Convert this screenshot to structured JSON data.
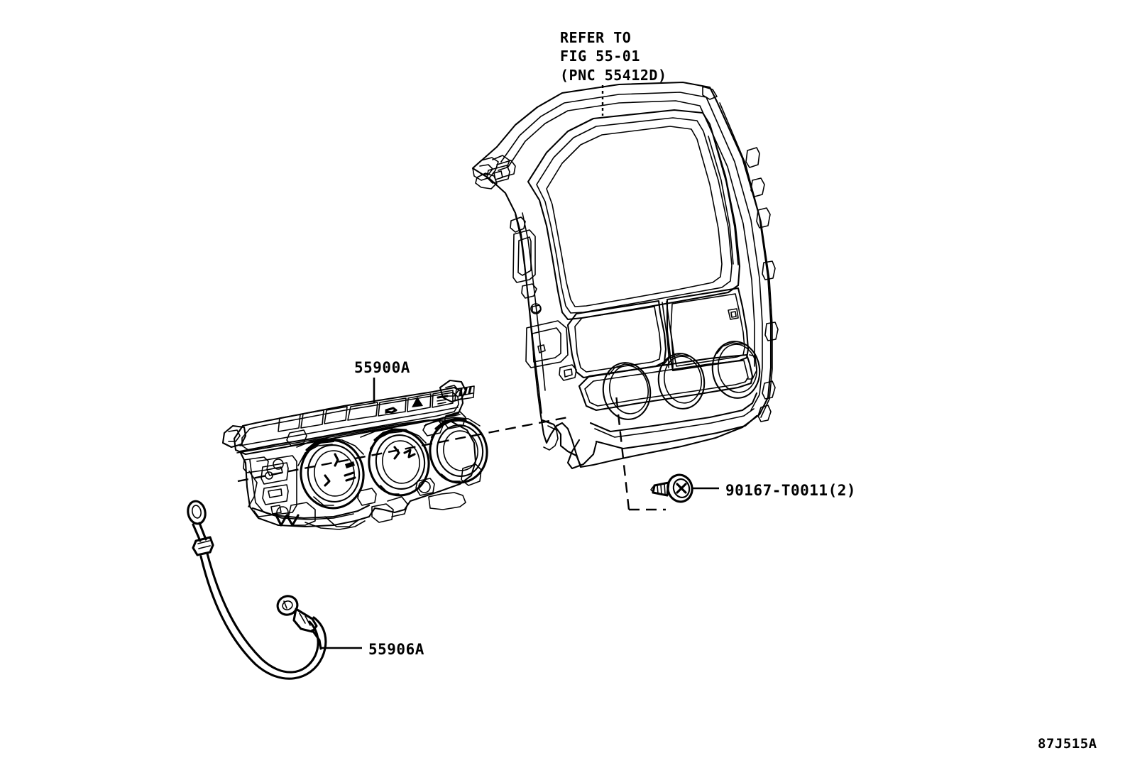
{
  "figure": {
    "id": "87J515A",
    "title": "Heater Control / Center Cluster Integration Panel Exploded View",
    "background_color": "#ffffff",
    "line_color": "#000000"
  },
  "callouts": [
    {
      "name": "refer-to-note",
      "text": "REFER TO\nFIG 55-01\n(PNC 55412D)",
      "lines": [
        "REFER TO",
        "FIG 55-01",
        "(PNC 55412D)"
      ],
      "points_to": "center-cluster-integration-panel"
    },
    {
      "name": "control-assembly",
      "text": "55900A",
      "points_to": "heater-control-assembly"
    },
    {
      "name": "control-cable",
      "text": "55906A",
      "points_to": "heater-control-cable"
    },
    {
      "name": "mounting-screw",
      "text": "90167-T0011(2)",
      "points_to": "mounting-screw",
      "quantity": 2
    }
  ],
  "parts": {
    "cluster_panel": {
      "name": "center-cluster-integration-panel",
      "description": "Center cluster integration panel bezel with large upper display opening, two mid rectangular openings and three lower circular knob openings"
    },
    "control_assembly": {
      "name": "heater-control-assembly",
      "description": "Heater and air conditioning control assembly with three rotary knobs and a row of push buttons",
      "knob_count": 3,
      "button_icons": [
        "ac-button-icon",
        "hazard-button-icon",
        "front-defroster-icon",
        "rear-defogger-icon"
      ]
    },
    "control_cable": {
      "name": "heater-control-cable",
      "description": "Heater control cable with eyelet ends and ferrule collars"
    },
    "screw": {
      "name": "mounting-screw",
      "description": "Cross-recessed pan head tapping screw with washer"
    }
  }
}
